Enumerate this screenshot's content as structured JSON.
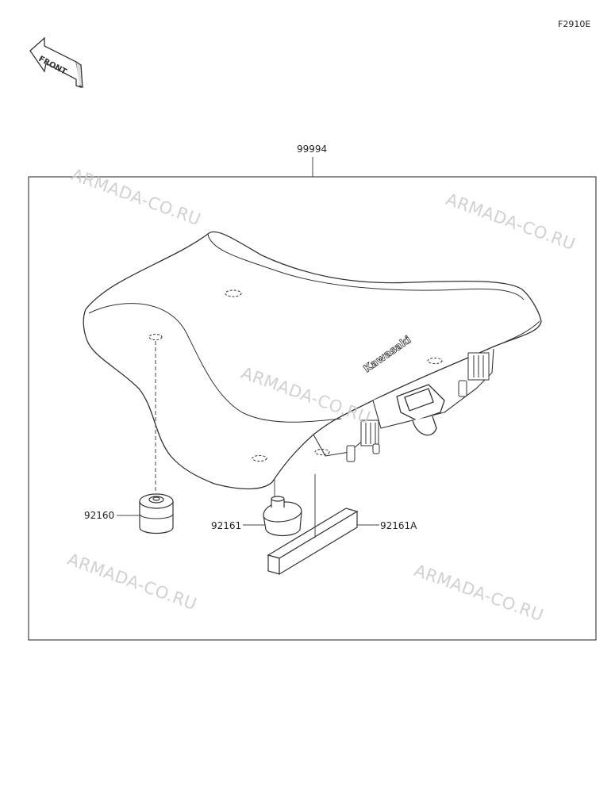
{
  "figure": {
    "code": "F2910E"
  },
  "front_badge": {
    "text": "FRONT",
    "icon": "front-arrow-icon"
  },
  "parts": {
    "assembly": "99994",
    "stopper": "92160",
    "damper": "92161",
    "pad": "92161A"
  },
  "watermarks": [
    "ARMADA-CO.RU",
    "ARMADA-CO.RU",
    "ARMADA-CO.RU",
    "ARMADA-CO.RU",
    "ARMADA-CO.RU"
  ],
  "seat_logo": "Kawasaki",
  "colors": {
    "line": "#333333",
    "watermark": "#c9c9c9"
  }
}
